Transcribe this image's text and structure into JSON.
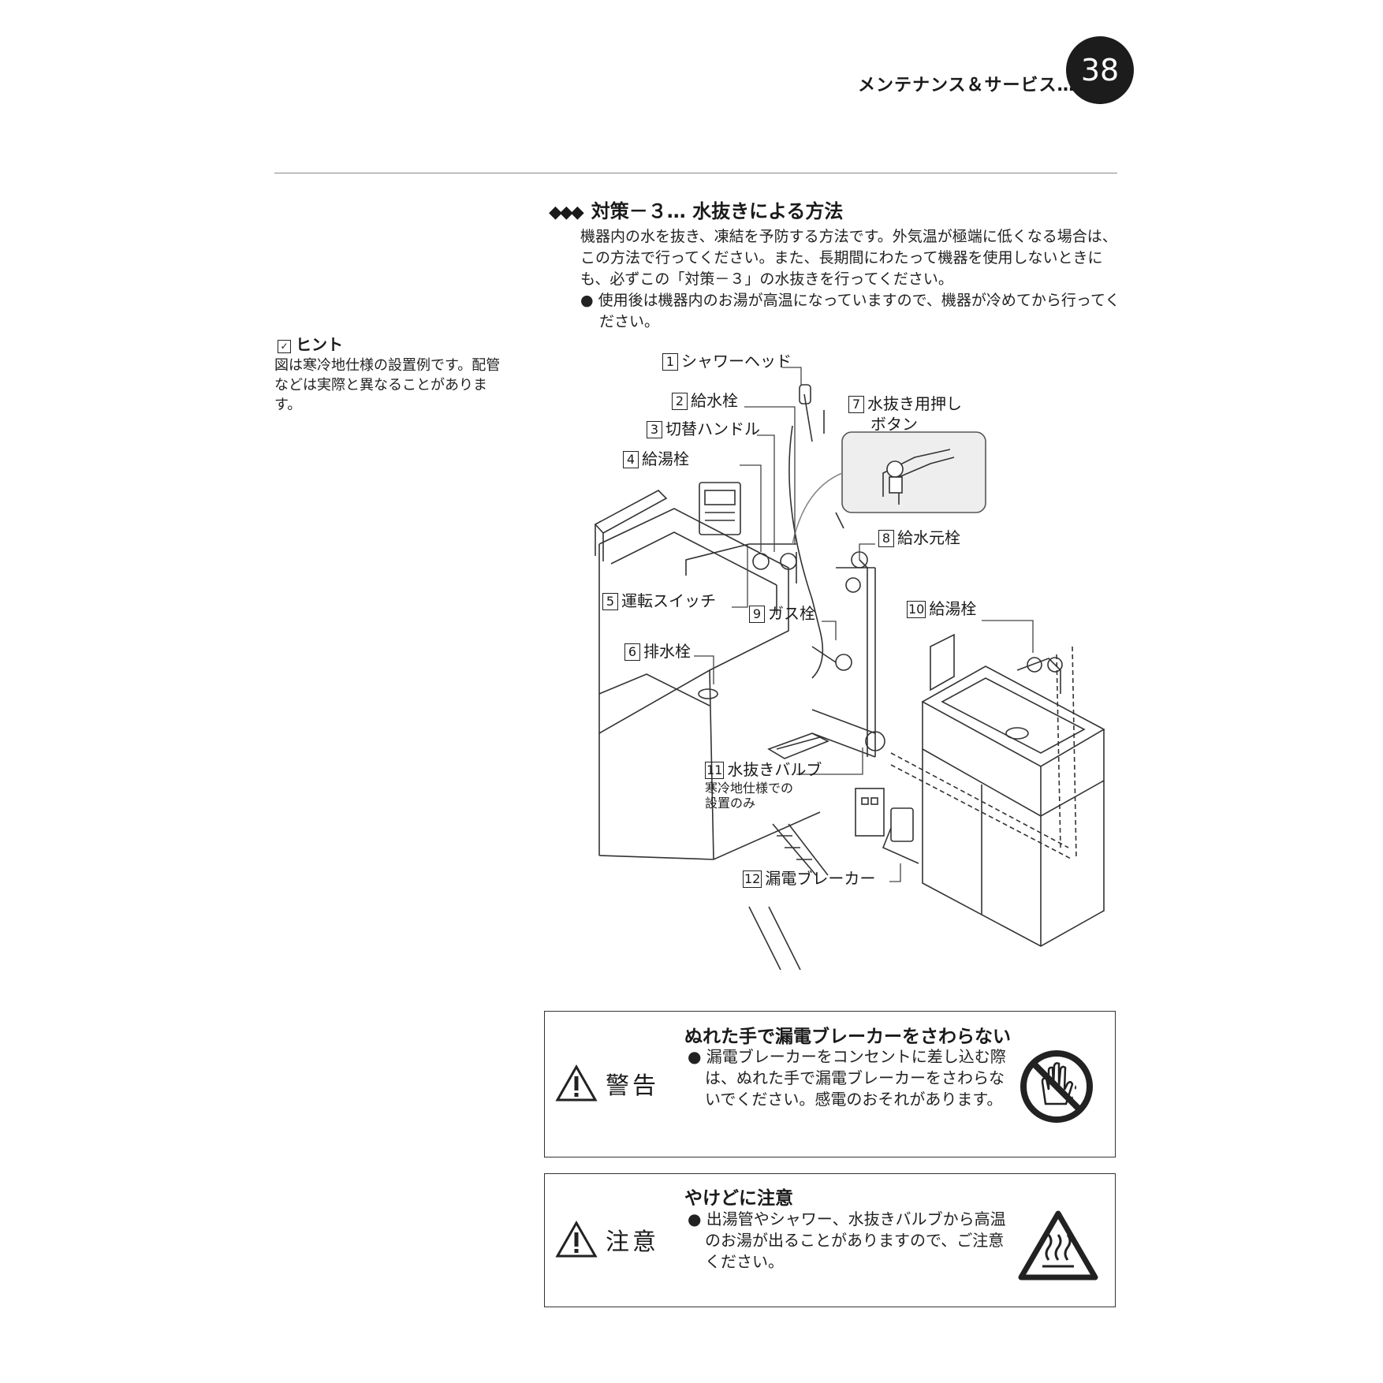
{
  "header": {
    "section_title": "メンテナンス＆サービス………",
    "page_number": "38"
  },
  "section": {
    "marks": "◆◆◆",
    "heading": "対策－３… 水抜きによる方法",
    "intro_lines": [
      "機器内の水を抜き、凍結を予防する方法です。外気温が極端に低くなる場合は、",
      "この方法で行ってください。また、長期間にわたって機器を使用しないときに",
      "も、必ずこの「対策－３」の水抜きを行ってください。"
    ],
    "bullet": "● 使用後は機器内のお湯が高温になっていますので、機器が冷めてから行ってください。"
  },
  "hint": {
    "icon": "checkbox-icon",
    "title": "ヒント",
    "text": "図は寒冷地仕様の設置例です。配管などは実際と異なることがあります。"
  },
  "diagram": {
    "labels": [
      {
        "num": "1",
        "text": "シャワーヘッド"
      },
      {
        "num": "2",
        "text": "給水栓"
      },
      {
        "num": "3",
        "text": "切替ハンドル"
      },
      {
        "num": "4",
        "text": "給湯栓"
      },
      {
        "num": "5",
        "text": "運転スイッチ"
      },
      {
        "num": "6",
        "text": "排水栓"
      },
      {
        "num": "7",
        "text": "水抜き用押し"
      },
      {
        "num": "8",
        "text": "給水元栓"
      },
      {
        "num": "9",
        "text": "ガス栓"
      },
      {
        "num": "10",
        "text": "給湯栓"
      },
      {
        "num": "11",
        "text": "水抜きバルブ"
      },
      {
        "num": "12",
        "text": "漏電ブレーカー"
      }
    ],
    "label7_line2": "ボタン",
    "label11_note": [
      "寒冷地仕様での",
      "設置のみ"
    ]
  },
  "warning": {
    "title": "警告",
    "head": "ぬれた手で漏電ブレーカーをさわらない",
    "body": "● 漏電ブレーカーをコンセントに差し込む際は、ぬれた手で漏電ブレーカーをさわらないでください。感電のおそれがあります。",
    "icon": "no-wet-hands-icon"
  },
  "caution": {
    "title": "注意",
    "head": "やけどに注意",
    "body": "● 出湯管やシャワー、水抜きバルブから高温のお湯が出ることがありますので、ご注意ください。",
    "icon": "hot-surface-icon"
  }
}
